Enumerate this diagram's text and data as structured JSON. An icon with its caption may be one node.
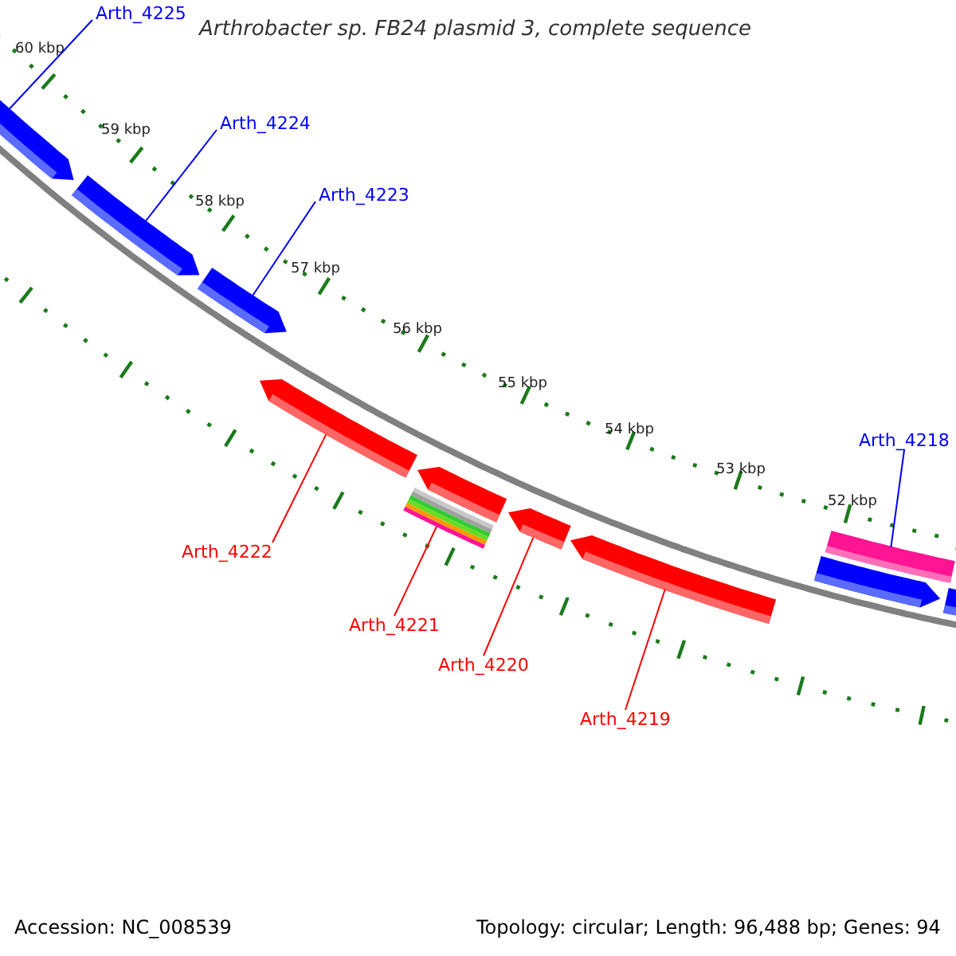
{
  "diagram": {
    "title": "Arthrobacter sp. FB24 plasmid 3, complete sequence",
    "nodes": [
      {
        "text": [
          "Arth_4225"
        ]
      },
      {
        "text": [
          "Arth_4224"
        ]
      },
      {
        "text": [
          "Arth_4223"
        ]
      },
      {
        "text": [
          "Arth_4218"
        ]
      },
      {
        "text": [
          "Arth_4222"
        ]
      },
      {
        "text": [
          "Arth_4221"
        ]
      },
      {
        "text": [
          "Arth_4220"
        ]
      },
      {
        "text": [
          "Arth_4219"
        ]
      },
      {
        "text": [],
        "shape": "bar"
      },
      {
        "text": [],
        "shape": "bar"
      },
      {
        "text": [],
        "shape": "bar"
      },
      {
        "text": [],
        "shape": "bar"
      },
      {
        "text": [],
        "shape": "bar"
      },
      {
        "text": [],
        "shape": "bar"
      },
      {
        "text": [],
        "shape": "bar"
      },
      {
        "text": [],
        "shape": "bar"
      },
      {
        "text": [],
        "shape": "bar"
      },
      {
        "text": [],
        "shape": "bar"
      },
      {
        "text": [],
        "shape": "bar"
      }
    ],
    "edges": [
      {
        "from": 0,
        "to": 8,
        "arrow": "none"
      },
      {
        "from": 1,
        "to": 9,
        "arrow": "none"
      },
      {
        "from": 2,
        "to": 10,
        "arrow": "none"
      },
      {
        "from": 3,
        "to": 16,
        "arrow": "none"
      },
      {
        "from": 4,
        "to": 11,
        "arrow": "none",
        "color": "#ff0000"
      },
      {
        "from": 5,
        "to": 13,
        "arrow": "none",
        "color": "#ff0000"
      },
      {
        "from": 6,
        "to": 14,
        "arrow": "none",
        "color": "#ff0000"
      },
      {
        "from": 7,
        "to": 15,
        "arrow": "none",
        "color": "#ff0000"
      }
    ],
    "labels": [
      "60 kbp",
      "59 kbp",
      "58 kbp",
      "57 kbp",
      "56 kbp",
      "55 kbp",
      "54 kbp",
      "53 kbp",
      "52 kbp",
      "Accession: NC_008539",
      "Topology: circular; Length: 96,488 bp; Genes: 94"
    ]
  }
}
